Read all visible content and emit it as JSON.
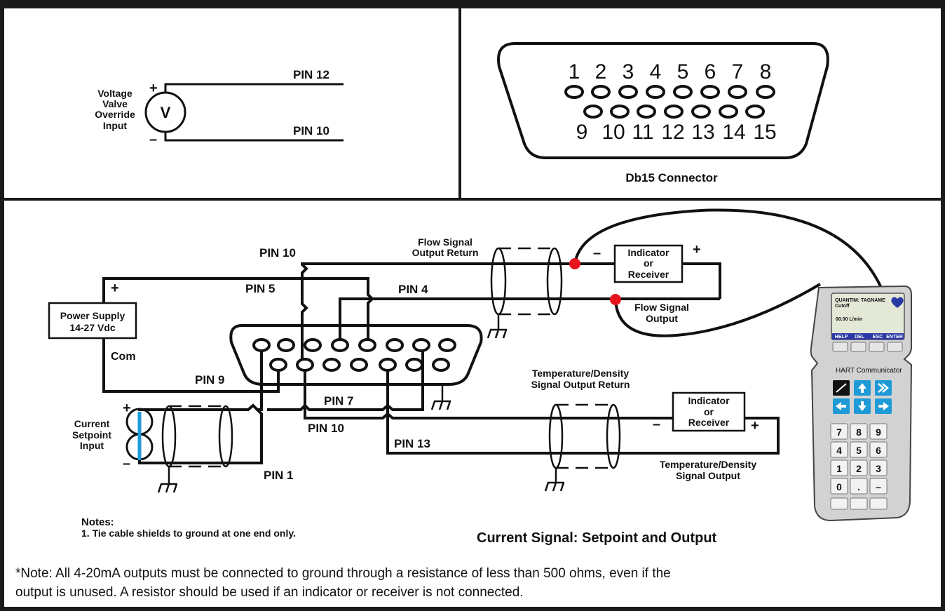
{
  "voltage_panel": {
    "input_label": [
      "Voltage",
      "Valve",
      "Override",
      "Input"
    ],
    "meter_symbol": "V",
    "plus": "+",
    "minus": "–",
    "pin_top": "PIN 12",
    "pin_bottom": "PIN 10"
  },
  "db15_panel": {
    "top_pins": [
      "1",
      "2",
      "3",
      "4",
      "5",
      "6",
      "7",
      "8"
    ],
    "bottom_pins": [
      "9",
      "10",
      "11",
      "12",
      "13",
      "14",
      "15"
    ],
    "title": "Db15 Connector"
  },
  "wiring_panel": {
    "power_supply": {
      "line1": "Power Supply",
      "line2": "14-27  Vdc",
      "plus": "+",
      "com": "Com"
    },
    "pins": {
      "pin10_top": "PIN 10",
      "pin5": "PIN 5",
      "pin4": "PIN 4",
      "pin9": "PIN 9",
      "pin7": "PIN 7",
      "pin10_bottom": "PIN 10",
      "pin13": "PIN 13",
      "pin1": "PIN 1"
    },
    "flow_return": [
      "Flow Signal",
      "Output Return"
    ],
    "flow_output": [
      "Flow Signal",
      "Output"
    ],
    "indicator": [
      "Indicator",
      "or",
      "Receiver"
    ],
    "temp_return": [
      "Temperature/Density",
      "Signal Output Return"
    ],
    "temp_output": [
      "Temperature/Density",
      "Signal Output"
    ],
    "current_setpoint": [
      "Current",
      "Setpoint",
      "Input"
    ],
    "plus": "+",
    "minus": "–",
    "notes_title": "Notes:",
    "notes_item": "1. Tie cable shields to ground at one end only.",
    "caption": "Current Signal: Setpoint and Output",
    "hart": {
      "screen_line1": "QUANTIM: TAGNAME",
      "screen_line2": "Cutoff",
      "screen_value": "00.00 L/min",
      "softkeys": [
        "HELP",
        "DEL",
        "ESC",
        "ENTER"
      ],
      "brand": "HART Communicator",
      "keypad": [
        "7",
        "8",
        "9",
        "4",
        "5",
        "6",
        "1",
        "2",
        "3",
        "0",
        ".",
        "–"
      ]
    }
  },
  "footnote": {
    "line1": "*Note: All 4-20mA outputs must be connected to ground through a resistance of less than 500 ohms, even if the",
    "line2": "output is unused. A resistor should be used if an indicator or receiver is not connected."
  },
  "colors": {
    "accent_red": "#e8141c",
    "accent_blue": "#1e9ad6",
    "frame": "#1a1a1a"
  }
}
